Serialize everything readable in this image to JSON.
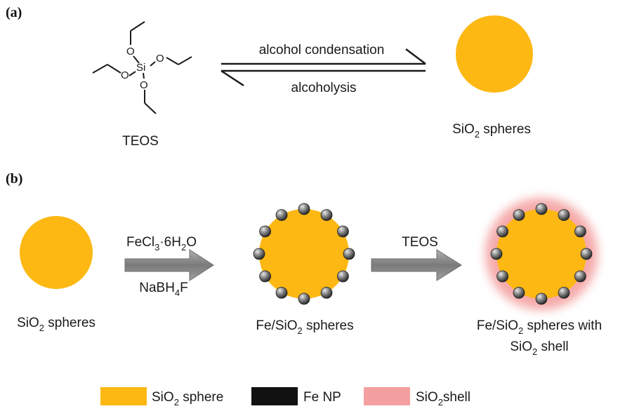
{
  "colors": {
    "sio2_sphere": "#FDB813",
    "fe_np": "#111111",
    "fe_np_shade": "#8a8a8a",
    "sio2_shell": "#F4A0A0",
    "arrow": "#8c8c8c",
    "text": "#1a1a1a"
  },
  "panel_a": {
    "label": "(a)",
    "molecule_label": "TEOS",
    "atoms": {
      "si": "Si",
      "o": "O"
    },
    "forward_reaction": "alcohol condensation",
    "reverse_reaction": "alcoholysis",
    "product": {
      "main": "SiO",
      "sub": "2",
      "rest": " spheres"
    }
  },
  "panel_b": {
    "label": "(b)",
    "start": {
      "main": "SiO",
      "sub": "2",
      "rest": " spheres"
    },
    "step1": {
      "reagent1": {
        "a": "FeCl",
        "a_sub": "3",
        "b": "·6H",
        "b_sub": "2",
        "c": "O"
      },
      "reagent2": {
        "a": "NaBH",
        "a_sub": "4",
        "b": "F"
      }
    },
    "intermediate": {
      "pre": "Fe/SiO",
      "sub": "2",
      "rest": " spheres"
    },
    "step2": {
      "reagent": "TEOS"
    },
    "final": {
      "line1": {
        "pre": "Fe/SiO",
        "sub": "2",
        "rest": "  spheres  with"
      },
      "line2": {
        "pre": "SiO",
        "sub": "2",
        "rest": " shell"
      }
    }
  },
  "legend": [
    {
      "id": "sio2-sphere",
      "main": "SiO",
      "sub": "2",
      "rest": " sphere",
      "color": "#FDB813"
    },
    {
      "id": "fe-np",
      "main": "Fe NP",
      "sub": "",
      "rest": "",
      "color": "#111111"
    },
    {
      "id": "sio2-shell",
      "main": "SiO",
      "sub": "2",
      "rest": "shell",
      "color": "#F4A0A0"
    }
  ]
}
